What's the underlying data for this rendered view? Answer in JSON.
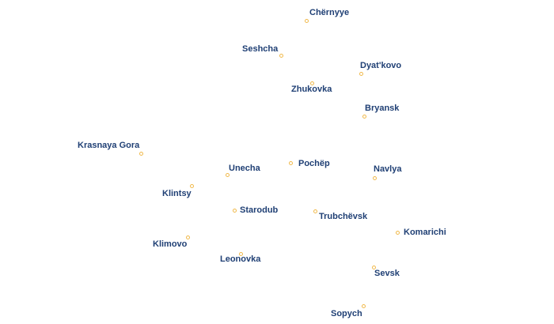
{
  "map": {
    "marker_color": "#f0b94a",
    "label_color": "#1f3f74",
    "cities": [
      {
        "name": "Chërnyye"
      },
      {
        "name": "Seshcha"
      },
      {
        "name": "Dyat'kovo"
      },
      {
        "name": "Zhukovka"
      },
      {
        "name": "Bryansk"
      },
      {
        "name": "Krasnaya Gora"
      },
      {
        "name": "Pochëp"
      },
      {
        "name": "Unecha"
      },
      {
        "name": "Navlya"
      },
      {
        "name": "Klintsy"
      },
      {
        "name": "Starodub"
      },
      {
        "name": "Trubchëvsk"
      },
      {
        "name": "Komarichi"
      },
      {
        "name": "Klimovo"
      },
      {
        "name": "Leonovka"
      },
      {
        "name": "Sevsk"
      },
      {
        "name": "Sopych"
      }
    ]
  }
}
